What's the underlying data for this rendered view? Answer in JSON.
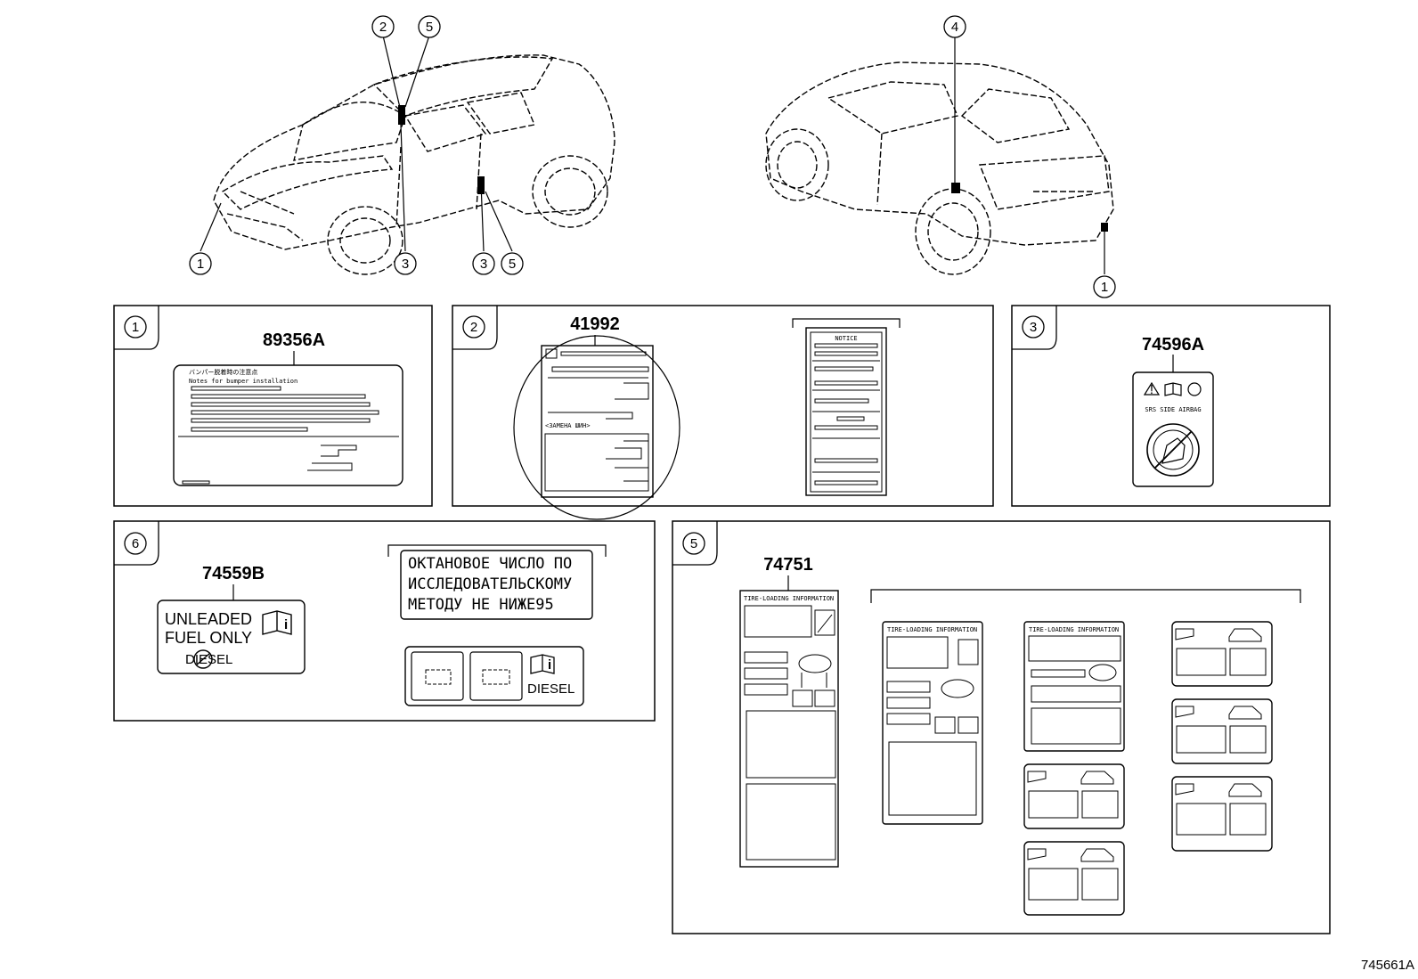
{
  "callouts": {
    "front_car": [
      "2",
      "5",
      "1",
      "3",
      "3",
      "5"
    ],
    "rear_car": [
      "4",
      "1"
    ]
  },
  "panels": {
    "p1": {
      "index": "1",
      "part": "89356A",
      "label_jp": "バンパー脱着時の注意点",
      "label_en": "Notes for bumper installation"
    },
    "p2": {
      "index": "2",
      "part": "41992",
      "label_ru": "<ЗАМЕНА ШИН>",
      "label_notice": "NOTICE"
    },
    "p3": {
      "index": "3",
      "part": "74596A",
      "label_sub": "SRS SIDE AIRBAG"
    },
    "p6": {
      "index": "6",
      "part": "74559B",
      "fuel_line1": "UNLEADED",
      "fuel_line2": "FUEL ONLY",
      "diesel_small": "DIESEL",
      "ru_line1": "ОКТАНОВОЕ ЧИСЛО ПО",
      "ru_line2": "ИССЛЕДОВАТЕЛЬСКОМУ",
      "ru_line3": "МЕТОДУ НЕ НИЖЕ95",
      "diesel_label": "DIESEL"
    },
    "p5": {
      "index": "5",
      "part": "74751",
      "tire_title": "TIRE-LOADING INFORMATION"
    }
  },
  "diagram_id": "745661A"
}
